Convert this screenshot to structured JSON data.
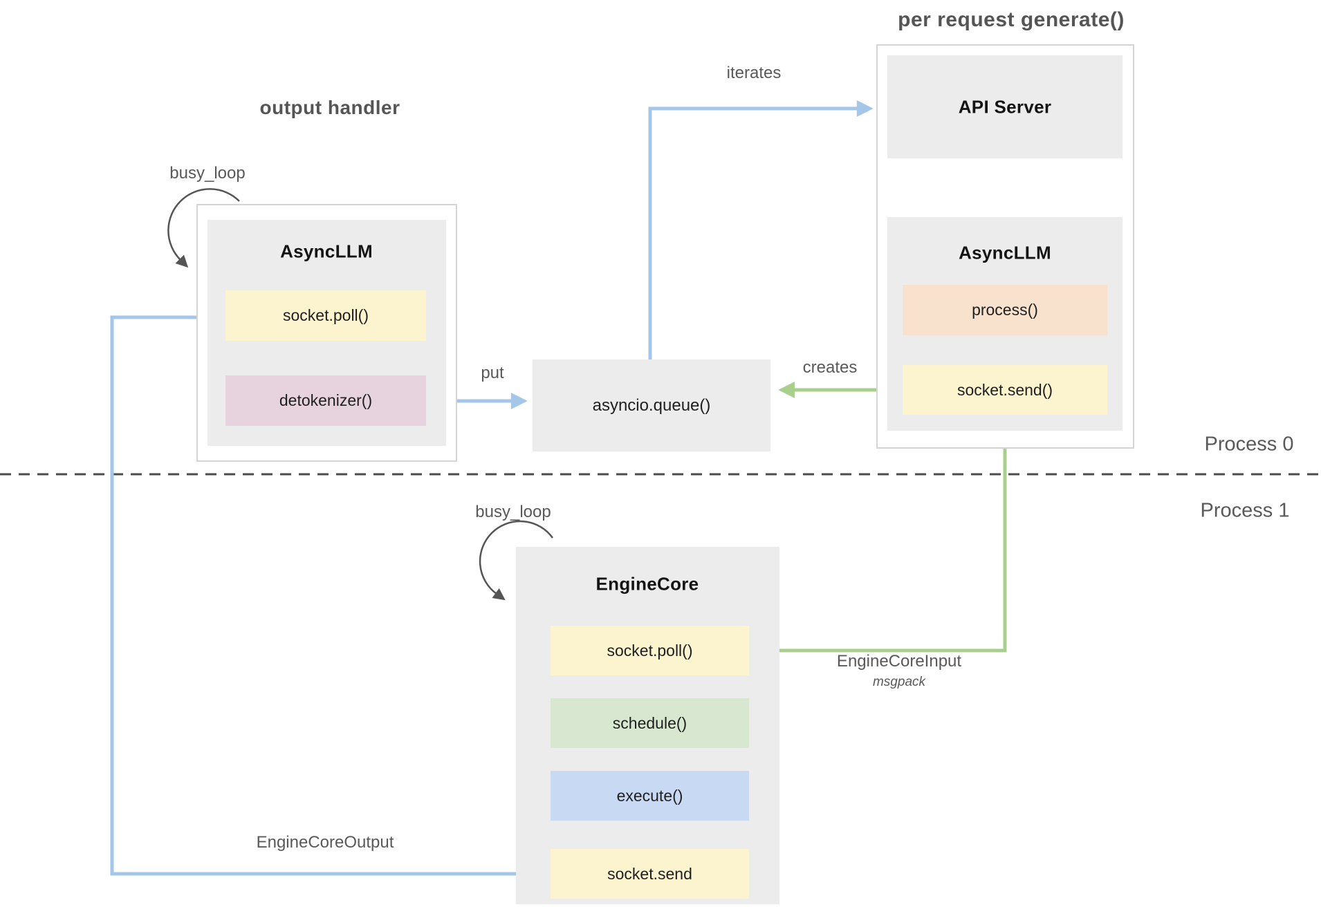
{
  "diagram": {
    "section_titles": {
      "output_handler": "output handler",
      "per_request_generate": "per request generate()"
    },
    "process_labels": {
      "process0": "Process 0",
      "process1": "Process 1"
    },
    "edge_labels": {
      "busy_loop_top": "busy_loop",
      "busy_loop_bottom": "busy_loop",
      "iterates": "iterates",
      "put": "put",
      "creates": "creates",
      "engine_core_input": "EngineCoreInput",
      "engine_core_input_format": "msgpack",
      "engine_core_output": "EngineCoreOutput"
    },
    "nodes": {
      "async_llm_left": {
        "title": "AsyncLLM",
        "items": [
          "socket.poll()",
          "detokenizer()"
        ]
      },
      "api_server": {
        "title": "API Server"
      },
      "async_llm_right": {
        "title": "AsyncLLM",
        "items": [
          "process()",
          "socket.send()"
        ]
      },
      "asyncio_queue": {
        "title": "asyncio.queue()"
      },
      "engine_core": {
        "title": "EngineCore",
        "items": [
          "socket.poll()",
          "schedule()",
          "execute()",
          "socket.send"
        ]
      }
    },
    "colors": {
      "blue_arrow": "#a4c6e8",
      "green_arrow": "#a8d08d",
      "loop_arrow": "#555555",
      "yellow_box": "#fcf3cf",
      "pink_box": "#e7d3dd",
      "peach_box": "#f9e2cd",
      "green_box": "#d8e8d0",
      "blue_box": "#c8d9f4",
      "gray_box": "#ececec",
      "container_border": "#d4d4d4",
      "label_gray": "#595959"
    }
  }
}
